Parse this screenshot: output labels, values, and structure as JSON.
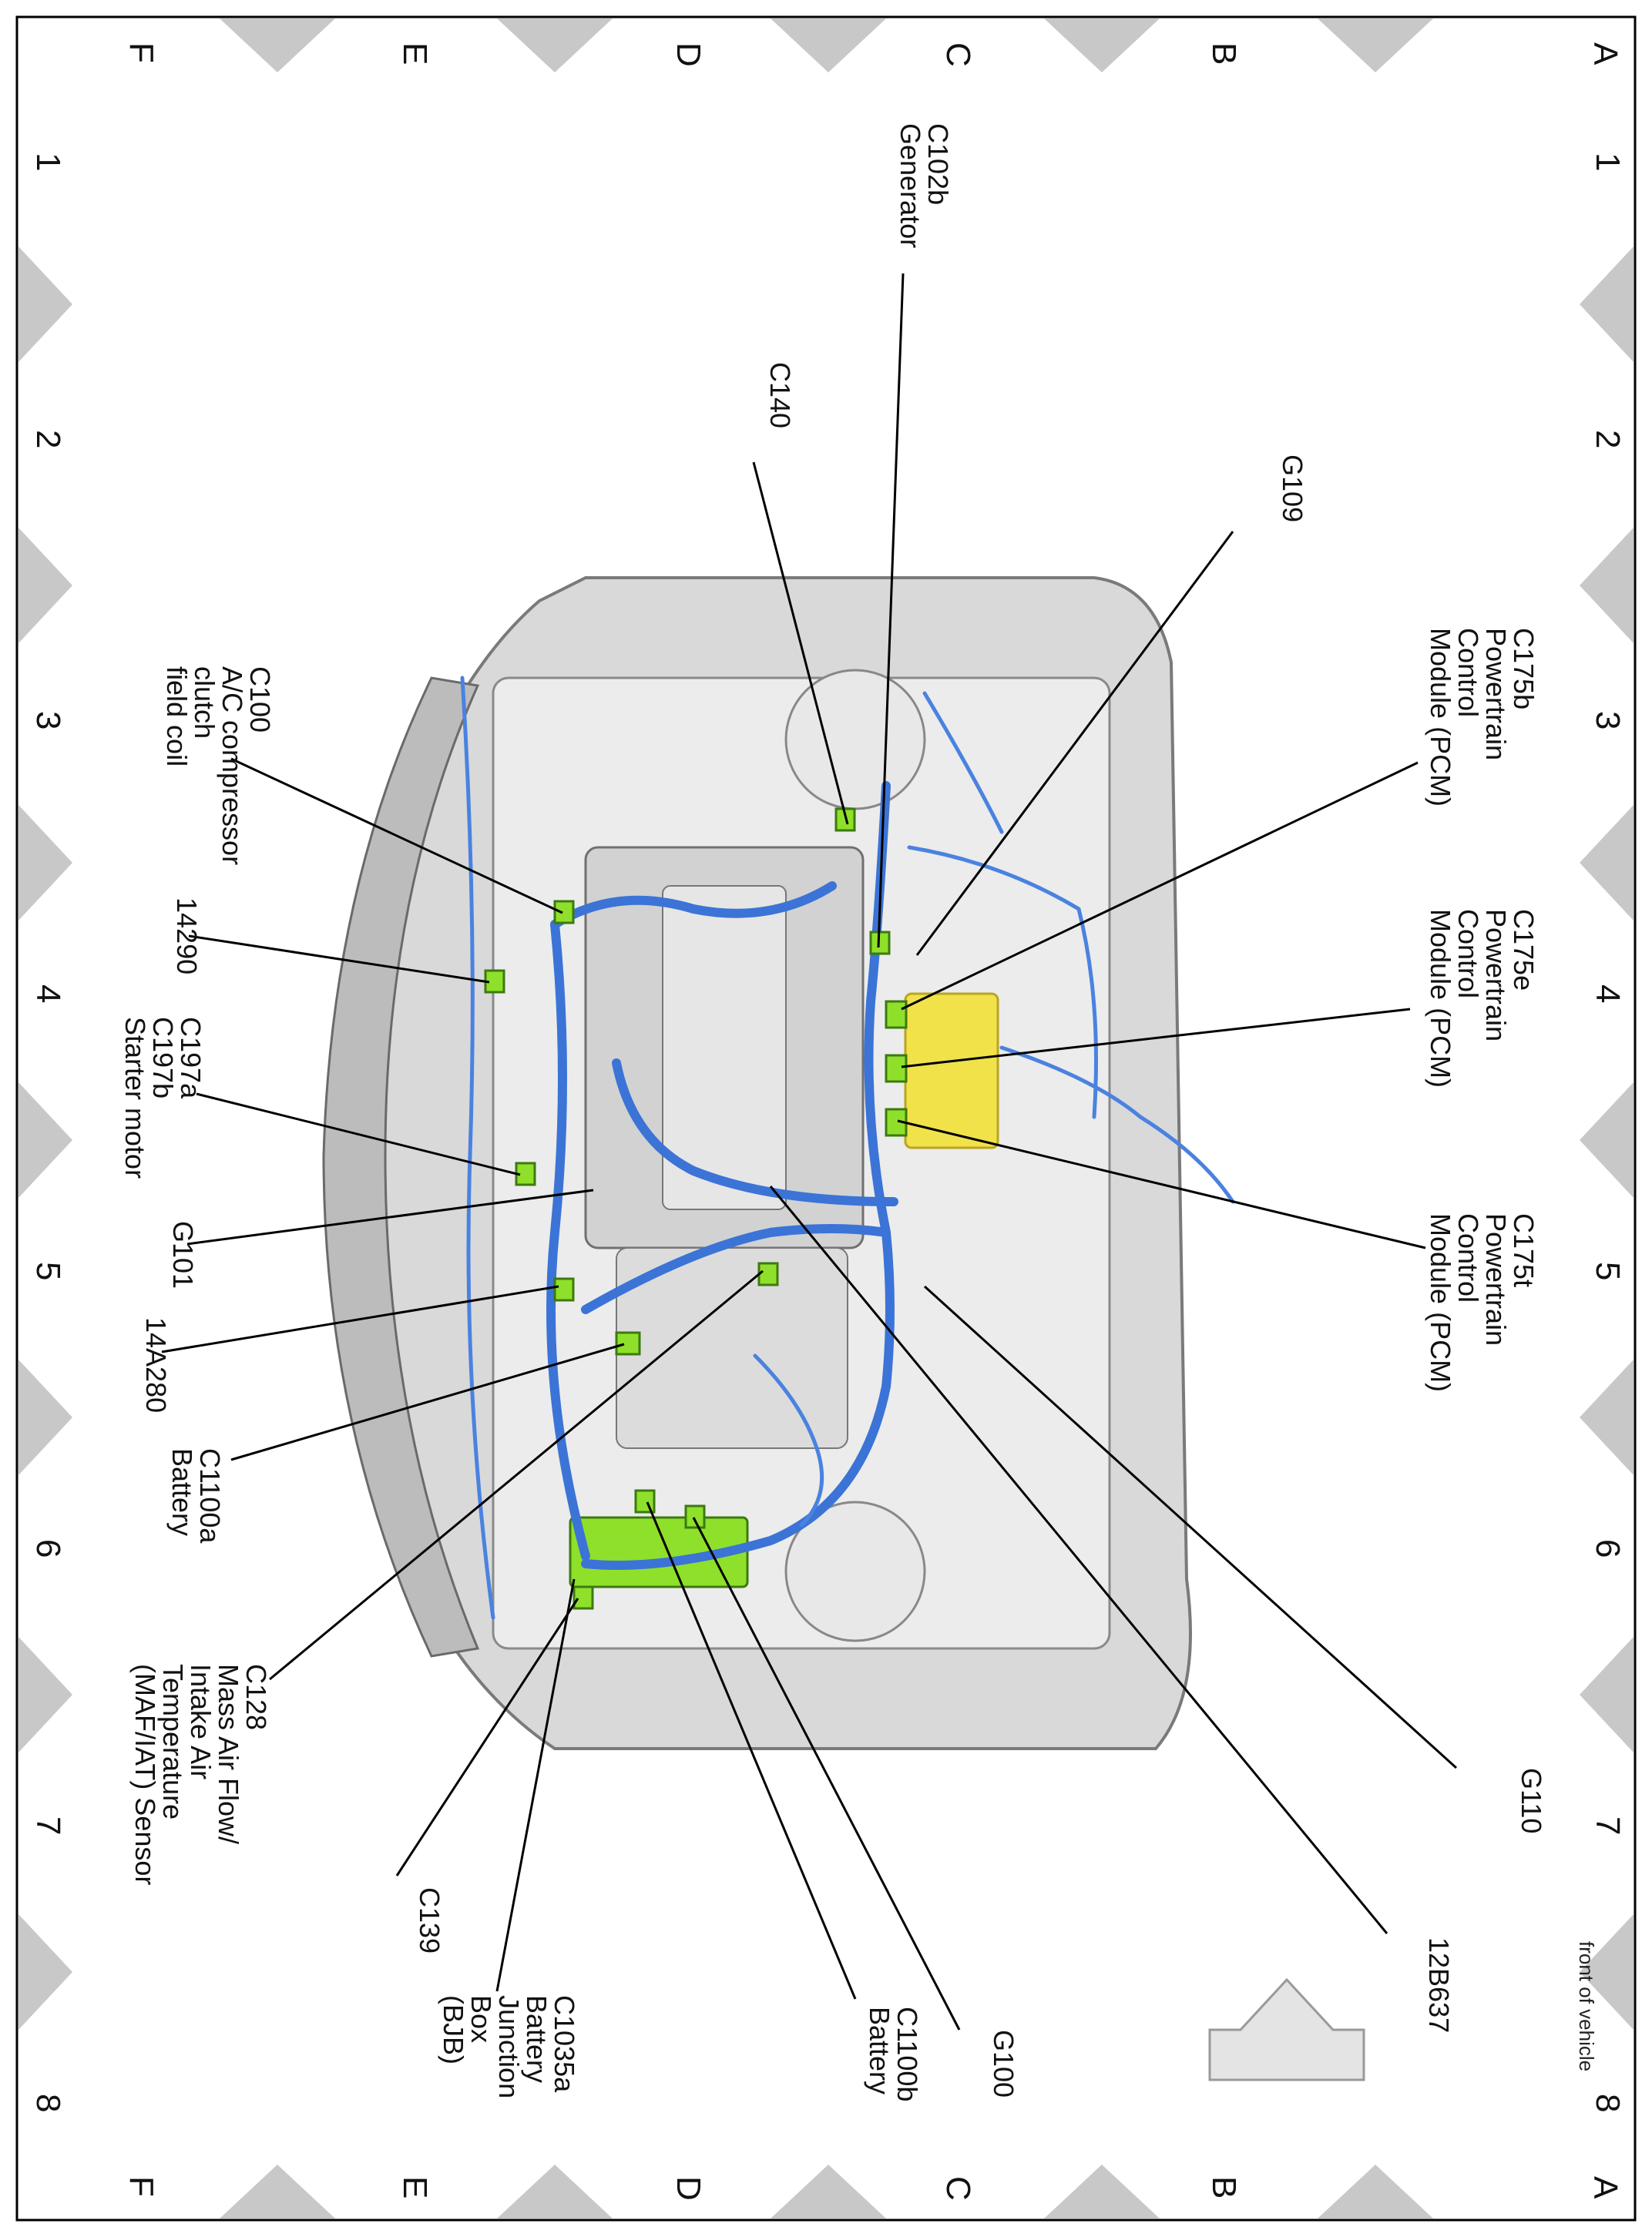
{
  "grid": {
    "rows": [
      "A",
      "B",
      "C",
      "D",
      "E",
      "F"
    ],
    "columns": [
      "1",
      "2",
      "3",
      "4",
      "5",
      "6",
      "7",
      "8"
    ]
  },
  "front_label": "front of vehicle",
  "callouts": [
    {
      "id": "c102b",
      "lines": [
        "C102b",
        "Generator"
      ]
    },
    {
      "id": "c140",
      "lines": [
        "C140"
      ]
    },
    {
      "id": "g109",
      "lines": [
        "G109"
      ]
    },
    {
      "id": "c175b",
      "lines": [
        "C175b",
        "Powertrain",
        "Control",
        "Module (PCM)"
      ]
    },
    {
      "id": "c175e",
      "lines": [
        "C175e",
        "Powertrain",
        "Control",
        "Module (PCM)"
      ]
    },
    {
      "id": "c175t",
      "lines": [
        "C175t",
        "Powertrain",
        "Control",
        "Module (PCM)"
      ]
    },
    {
      "id": "g110",
      "lines": [
        "G110"
      ]
    },
    {
      "id": "12b637",
      "lines": [
        "12B637"
      ]
    },
    {
      "id": "g100",
      "lines": [
        "G100"
      ]
    },
    {
      "id": "c1100b",
      "lines": [
        "C1100b",
        "Battery"
      ]
    },
    {
      "id": "c1035a",
      "lines": [
        "C1035a",
        "Battery",
        "Junction",
        "Box",
        "(BJB)"
      ]
    },
    {
      "id": "c139",
      "lines": [
        "C139"
      ]
    },
    {
      "id": "c128",
      "lines": [
        "C128",
        "Mass Air Flow/",
        "Intake Air",
        "Temperature",
        "(MAF/IAT) Sensor"
      ]
    },
    {
      "id": "c1100a",
      "lines": [
        "C1100a",
        "Battery"
      ]
    },
    {
      "id": "14a280",
      "lines": [
        "14A280"
      ]
    },
    {
      "id": "g101",
      "lines": [
        "G101"
      ]
    },
    {
      "id": "c197",
      "lines": [
        "C197a",
        "C197b",
        "Starter motor"
      ]
    },
    {
      "id": "14290",
      "lines": [
        "14290"
      ]
    },
    {
      "id": "c100",
      "lines": [
        "C100",
        "A/C compressor",
        "clutch",
        "field coil"
      ]
    }
  ]
}
